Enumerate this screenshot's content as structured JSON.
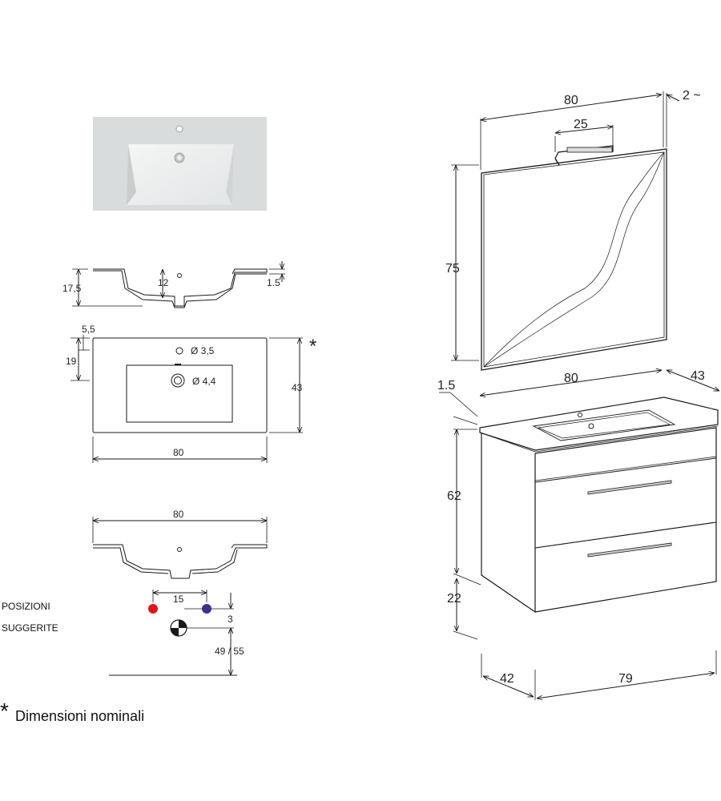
{
  "labels": {
    "mirror_width": "80",
    "mirror_gap": "2 ~",
    "lamp_width": "25",
    "mirror_height": "75",
    "cabinet_width": "80",
    "cabinet_depth": "43",
    "top_thickness_3d": "1.5",
    "cabinet_height": "62",
    "floor_clearance": "22",
    "footprint_depth": "42",
    "footprint_width": "79",
    "section_depth_total": "17,5",
    "section_basin_depth": "12",
    "section_rim": "1.5",
    "plan_hole_offset_x": "5,5",
    "plan_hole_offset_y": "19",
    "plan_tap_hole": "Ø 3,5",
    "plan_drain_hole": "Ø 4,4",
    "plan_depth": "43",
    "plan_width": "80",
    "plan_star": "*",
    "front_width": "80",
    "tap_spacing": "15",
    "drain_offset": "3",
    "drain_height": "49 / 55"
  },
  "notes": {
    "positions_line1": "POSIZIONI",
    "positions_line2": "SUGGERITE",
    "star": "*",
    "nominal": "Dimensioni nominali"
  },
  "colors": {
    "line": "#1a1a1a",
    "ceramic_fill": "#d8dbdc",
    "ceramic_basin": "#eef0f0",
    "hot_marker": "#e0141b",
    "cold_marker": "#3b2f8f"
  }
}
